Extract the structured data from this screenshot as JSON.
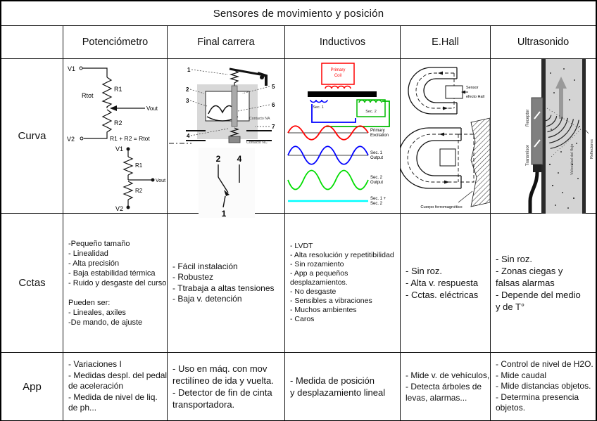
{
  "title": "Sensores de movimiento y posición",
  "header": {
    "potenciometro": "Potenciómetro",
    "final_carrera": "Final carrera",
    "inductivos": "Inductivos",
    "ehall": "E.Hall",
    "ultrasonido": "Ultrasonido"
  },
  "rows": {
    "curva": "Curva",
    "cctas": "Cctas",
    "app": "App"
  },
  "curva": {
    "potenciometro": {
      "v1": "V1",
      "v2": "V2",
      "r1": "R1",
      "r2": "R2",
      "rtot": "Rtot",
      "vout": "Vout",
      "equation": "R1 + R2 = Rtot"
    },
    "final_carrera": {
      "n1": "1",
      "n2": "2",
      "n3": "3",
      "n4": "4",
      "n5": "5",
      "n6": "6",
      "n7": "7",
      "contacto_na": "Contacto NA",
      "contacto_nc": "Contacto NC"
    },
    "inductivos": {
      "primary_coil_line1": "Primary",
      "primary_coil_line2": "Coil",
      "sec1": "Sec. 1",
      "sec2": "Sec. 2",
      "waveforms": [
        {
          "line1": "Primary",
          "line2": "Excitation",
          "color": "#ff0000"
        },
        {
          "line1": "Sec. 1",
          "line2": "Output",
          "color": "#0000ff"
        },
        {
          "line1": "Sec. 2",
          "line2": "Output",
          "color": "#00cc00"
        },
        {
          "line1": "Sec. 1 +",
          "line2": "Sec. 2",
          "color": "#00ffff"
        }
      ]
    },
    "ehall": {
      "sensor_line1": "Sensor",
      "sensor_line2": "efecto Hall",
      "cuerpo": "Cuerpo ferromagnético"
    },
    "ultrasonido": {
      "transmisor": "Transmisor",
      "receptor": "Receptor",
      "velocidad": "Velocidad del flujo",
      "reflectores": "Reflectores"
    }
  },
  "cctas": {
    "potenciometro": [
      "-Pequeño tamaño",
      "- Linealidad",
      "- Alta precisión",
      "- Baja estabilidad térmica",
      "- Ruido y desgaste del curso",
      "",
      "Pueden ser:",
      "- Lineales, axiles",
      "-De mando, de ajuste"
    ],
    "final_carrera": [
      "- Fácil instalación",
      "- Robustez",
      "- Ttrabaja a altas tensiones",
      "- Baja v. detención"
    ],
    "inductivos": [
      "- LVDT",
      "- Alta resolución y repetitibilidad",
      "- Sin rozamiento",
      "- App a pequeños",
      "desplazamientos.",
      "- No desgaste",
      "- Sensibles a vibraciones",
      "- Muchos ambientes",
      "- Caros"
    ],
    "ehall": [
      "- Sin roz.",
      "- Alta v. respuesta",
      "- Cctas. eléctricas"
    ],
    "ultrasonido": [
      "- Sin roz.",
      "- Zonas ciegas y",
      "falsas alarmas",
      "- Depende del medio",
      "y de T°"
    ]
  },
  "app": {
    "potenciometro": [
      "- Variaciones I",
      "- Medidas despl. del pedal",
      "de aceleración",
      "- Medida de nivel de liq.",
      "de ph..."
    ],
    "final_carrera": [
      "- Uso en máq. con mov",
      "rectilíneo de ida y vuelta.",
      "- Detector de fin de cinta",
      "transportadora."
    ],
    "inductivos": [
      "- Medida de posición",
      "y desplazamiento lineal"
    ],
    "ehall": [
      "- Mide v. de vehículos,",
      "- Detecta árboles de",
      "levas, alarmas..."
    ],
    "ultrasonido": [
      "- Control de nivel de H2O.",
      "- Mide caudal",
      "- Mide distancias objetos.",
      "- Determina presencia",
      "objetos."
    ]
  },
  "colors": {
    "primary_wave": "#ff0000",
    "sec1_wave": "#0000ff",
    "sec2_wave": "#00cc00",
    "sum_wave": "#00ffff"
  }
}
